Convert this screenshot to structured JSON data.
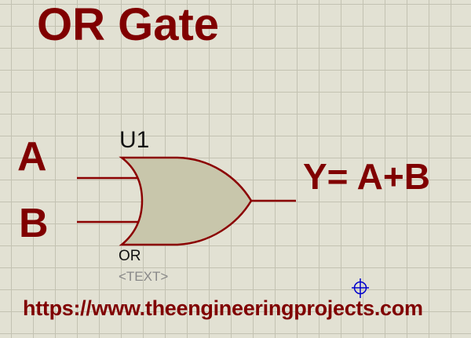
{
  "title": "OR Gate",
  "inputs": [
    {
      "label": "A"
    },
    {
      "label": "B"
    }
  ],
  "component": {
    "reference": "U1",
    "type_label": "OR",
    "text_placeholder": "<TEXT>"
  },
  "equation": "Y= A+B",
  "footer_url": "https://www.theengineeringprojects.com",
  "colors": {
    "label_color": "#800000",
    "wire_color": "#8b0000",
    "gate_fill": "#c8c6ab",
    "grid_background": "#e2e1d3",
    "grid_line": "#c3c2b2",
    "cursor_marker": "#0000cc"
  }
}
